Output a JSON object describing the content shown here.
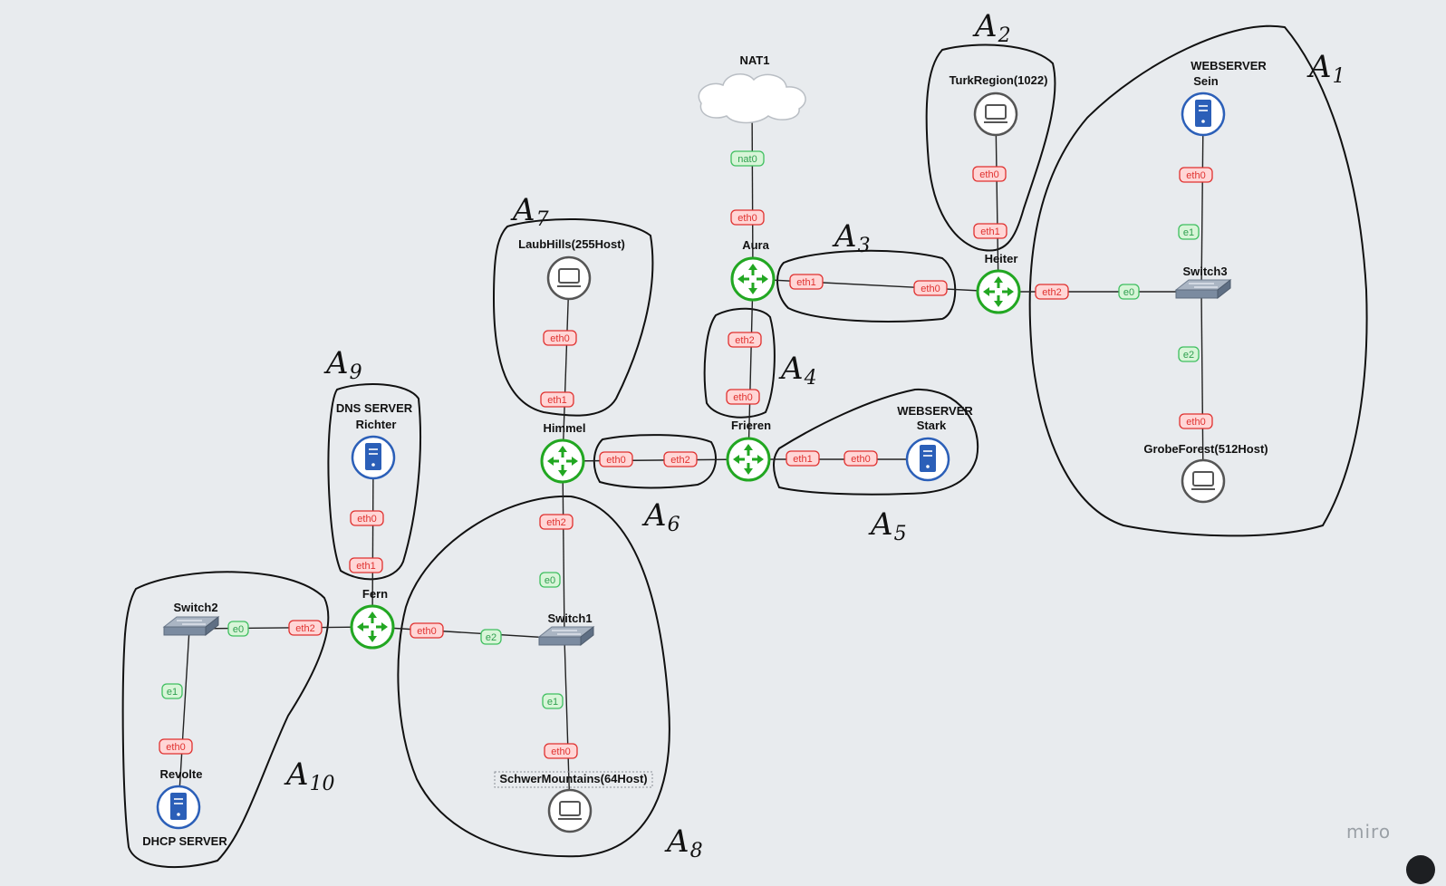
{
  "colors": {
    "background": "#e8ebee",
    "router": "#22a722",
    "server": "#2b5fb8",
    "host": "#555555",
    "if_eth_fill": "#ffd6d6",
    "if_eth_stroke": "#e0312f",
    "if_e_fill": "#d8f5d8",
    "if_e_stroke": "#3fbf5f",
    "link": "#222222",
    "area_outline": "#111111",
    "brand": "#9aa0a6"
  },
  "nodes": [
    {
      "id": "nat1",
      "type": "cloud",
      "icon": "cloud-icon",
      "labels": [
        "NAT1"
      ]
    },
    {
      "id": "turk",
      "type": "host",
      "icon": "monitor-icon",
      "labels": [
        "TurkRegion(1022)"
      ]
    },
    {
      "id": "sein",
      "type": "server",
      "icon": "server-icon",
      "labels": [
        "WEBSERVER",
        "Sein"
      ]
    },
    {
      "id": "aura",
      "type": "router",
      "icon": "router-icon",
      "labels": [
        "Aura"
      ]
    },
    {
      "id": "heiter",
      "type": "router",
      "icon": "router-icon",
      "labels": [
        "Heiter"
      ]
    },
    {
      "id": "switch3",
      "type": "switch",
      "icon": "switch-icon",
      "labels": [
        "Switch3"
      ]
    },
    {
      "id": "grobe",
      "type": "host",
      "icon": "monitor-icon",
      "labels": [
        "GrobeForest(512Host)"
      ]
    },
    {
      "id": "laub",
      "type": "host",
      "icon": "monitor-icon",
      "labels": [
        "LaubHills(255Host)"
      ]
    },
    {
      "id": "himmel",
      "type": "router",
      "icon": "router-icon",
      "labels": [
        "Himmel"
      ]
    },
    {
      "id": "frieren",
      "type": "router",
      "icon": "router-icon",
      "labels": [
        "Frieren"
      ]
    },
    {
      "id": "stark",
      "type": "server",
      "icon": "server-icon",
      "labels": [
        "WEBSERVER",
        "Stark"
      ]
    },
    {
      "id": "richter",
      "type": "server",
      "icon": "server-icon",
      "labels": [
        "DNS SERVER",
        "Richter"
      ]
    },
    {
      "id": "fern",
      "type": "router",
      "icon": "router-icon",
      "labels": [
        "Fern"
      ]
    },
    {
      "id": "switch2",
      "type": "switch",
      "icon": "switch-icon",
      "labels": [
        "Switch2"
      ]
    },
    {
      "id": "switch1",
      "type": "switch",
      "icon": "switch-icon",
      "labels": [
        "Switch1"
      ]
    },
    {
      "id": "revolte",
      "type": "server",
      "icon": "server-icon",
      "labels": [
        "Revolte",
        "DHCP SERVER"
      ]
    },
    {
      "id": "schwer",
      "type": "host",
      "icon": "monitor-icon",
      "labels": [
        "SchwerMountains(64Host)"
      ]
    }
  ],
  "links": [
    {
      "from": "nat1",
      "to": "aura",
      "ifaces": [
        "nat0",
        "eth0"
      ]
    },
    {
      "from": "turk",
      "to": "heiter",
      "ifaces": [
        "eth0",
        "eth1"
      ]
    },
    {
      "from": "aura",
      "to": "heiter",
      "ifaces": [
        "eth1",
        "eth0"
      ]
    },
    {
      "from": "heiter",
      "to": "switch3",
      "ifaces": [
        "eth2",
        "e0"
      ]
    },
    {
      "from": "sein",
      "to": "switch3",
      "ifaces": [
        "eth0",
        "e1"
      ]
    },
    {
      "from": "switch3",
      "to": "grobe",
      "ifaces": [
        "e2",
        "eth0"
      ]
    },
    {
      "from": "aura",
      "to": "frieren",
      "ifaces": [
        "eth2",
        "eth0"
      ]
    },
    {
      "from": "laub",
      "to": "himmel",
      "ifaces": [
        "eth0",
        "eth1"
      ]
    },
    {
      "from": "himmel",
      "to": "frieren",
      "ifaces": [
        "eth0",
        "eth2"
      ]
    },
    {
      "from": "frieren",
      "to": "stark",
      "ifaces": [
        "eth1",
        "eth0"
      ]
    },
    {
      "from": "himmel",
      "to": "switch1",
      "ifaces": [
        "eth2",
        "e0"
      ]
    },
    {
      "from": "richter",
      "to": "fern",
      "ifaces": [
        "eth0",
        "eth1"
      ]
    },
    {
      "from": "switch2",
      "to": "fern",
      "ifaces": [
        "e0",
        "eth2"
      ]
    },
    {
      "from": "fern",
      "to": "switch1",
      "ifaces": [
        "eth0",
        "e2"
      ]
    },
    {
      "from": "switch2",
      "to": "revolte",
      "ifaces": [
        "e1",
        "eth0"
      ]
    },
    {
      "from": "switch1",
      "to": "schwer",
      "ifaces": [
        "e1",
        "eth0"
      ]
    }
  ],
  "areas": [
    {
      "id": "a1",
      "main": "A",
      "sub": "1"
    },
    {
      "id": "a2",
      "main": "A",
      "sub": "2"
    },
    {
      "id": "a3",
      "main": "A",
      "sub": "3"
    },
    {
      "id": "a4",
      "main": "A",
      "sub": "4"
    },
    {
      "id": "a5",
      "main": "A",
      "sub": "5"
    },
    {
      "id": "a6",
      "main": "A",
      "sub": "6"
    },
    {
      "id": "a7",
      "main": "A",
      "sub": "7"
    },
    {
      "id": "a8",
      "main": "A",
      "sub": "8"
    },
    {
      "id": "a9",
      "main": "A",
      "sub": "9"
    },
    {
      "id": "a10",
      "main": "A",
      "sub": "10"
    }
  ],
  "brand": "miro"
}
